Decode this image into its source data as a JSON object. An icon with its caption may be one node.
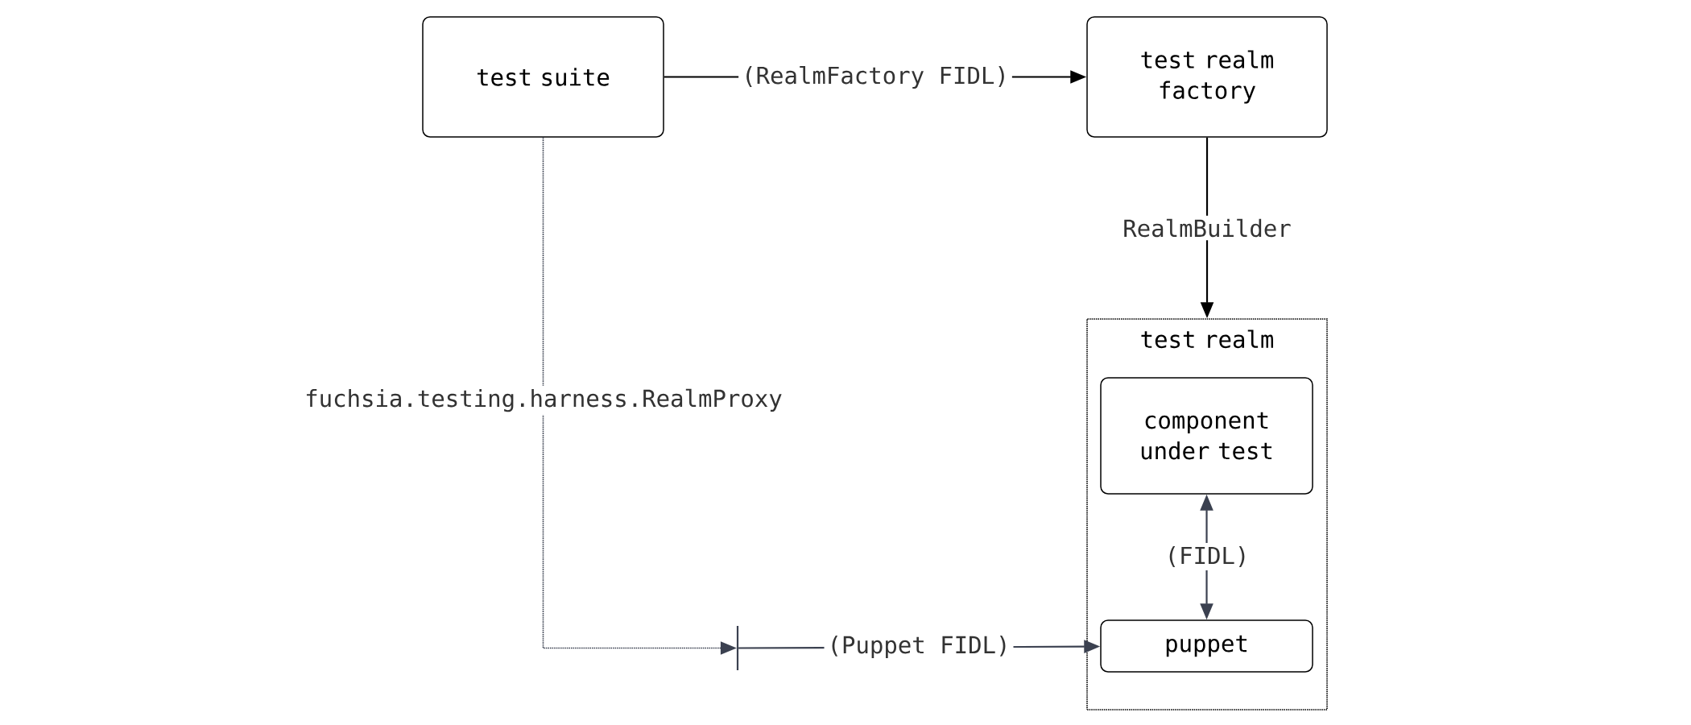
{
  "diagram": {
    "nodes": [
      {
        "text": [
          "test suite"
        ]
      },
      {
        "text": [
          "test realm factory"
        ]
      },
      {
        "text": [
          "test realm"
        ]
      },
      {
        "text": [
          "component under test"
        ],
        "in": 2
      },
      {
        "text": [
          "puppet"
        ],
        "in": 2
      },
      {
        "text": [],
        "shape": "bar"
      }
    ],
    "edges": [
      {
        "from": 0,
        "to": 1,
        "arrow": "to",
        "label": "(RealmFactory FIDL)",
        "color": "#000000"
      },
      {
        "from": 1,
        "to": 2,
        "arrow": "to",
        "label": "RealmBuilder",
        "color": "#000000"
      },
      {
        "from": 3,
        "to": 4,
        "arrow": "both",
        "label": "(FIDL)"
      },
      {
        "from": 0,
        "to": 5,
        "arrow": "to",
        "label": "fuchsia.testing.harness.RealmProxy",
        "style": "dashed"
      },
      {
        "from": 5,
        "to": 4,
        "arrow": "to",
        "label": "(Puppet FIDL)"
      }
    ]
  }
}
